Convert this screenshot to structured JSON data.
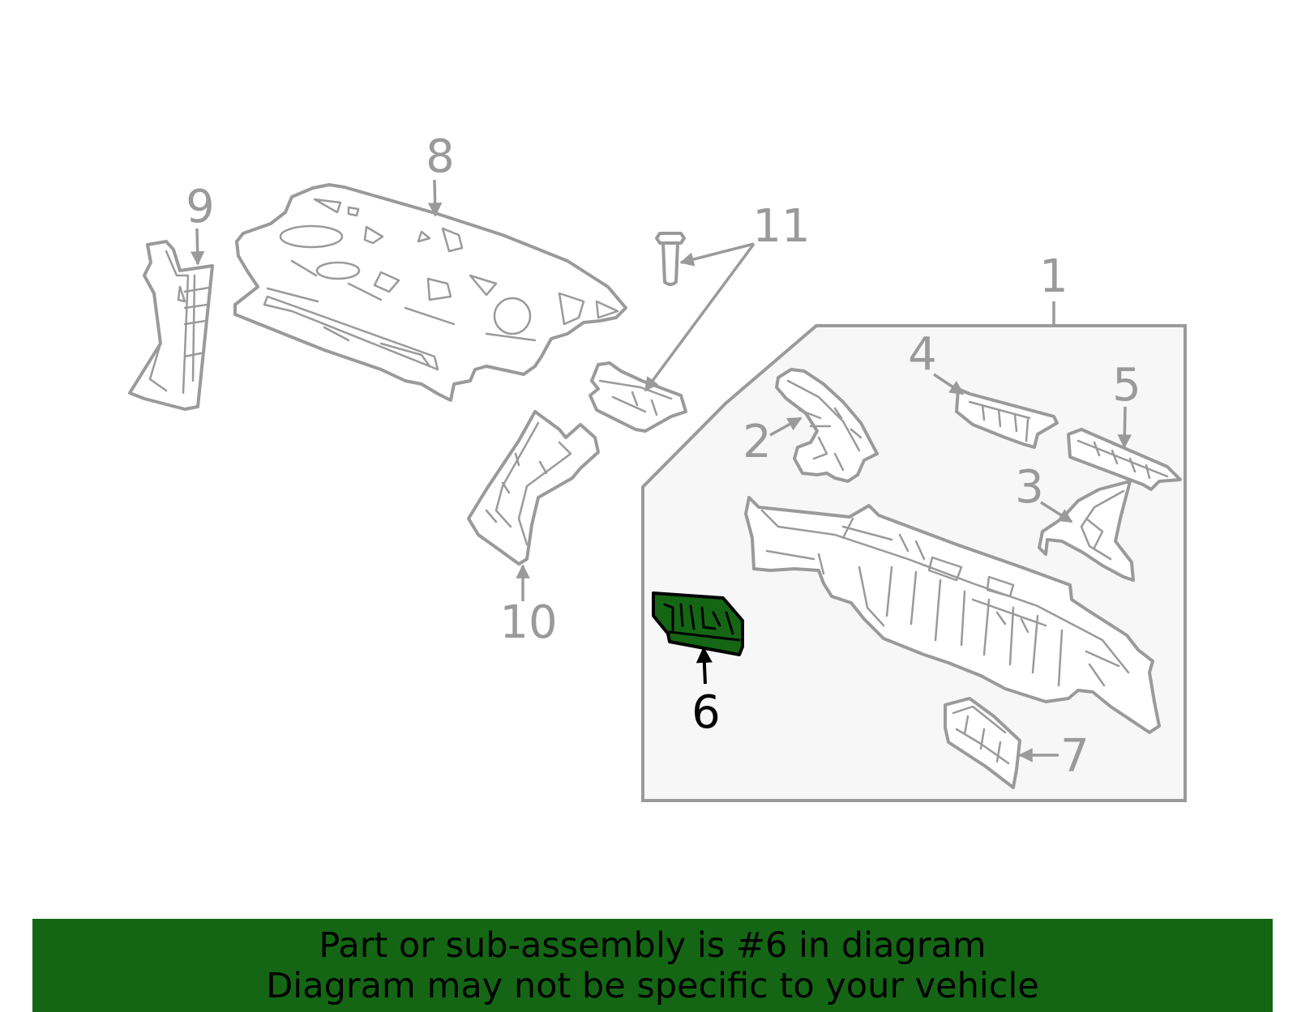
{
  "colors": {
    "highlight": "#146614",
    "outline": "#9a9a9a",
    "callout_text": "#9a9a9a",
    "highlight_text": "#000000",
    "group_box_fill": "#f7f7f7",
    "banner_bg": "#146614"
  },
  "callouts": {
    "c1": "1",
    "c2": "2",
    "c3": "3",
    "c4": "4",
    "c5": "5",
    "c6": "6",
    "c7": "7",
    "c8": "8",
    "c9": "9",
    "c10": "10",
    "c11": "11"
  },
  "highlighted_part": "6",
  "banner": {
    "line1": "Part or sub-assembly is #6 in diagram",
    "line2": "Diagram may not be specific to your vehicle"
  }
}
